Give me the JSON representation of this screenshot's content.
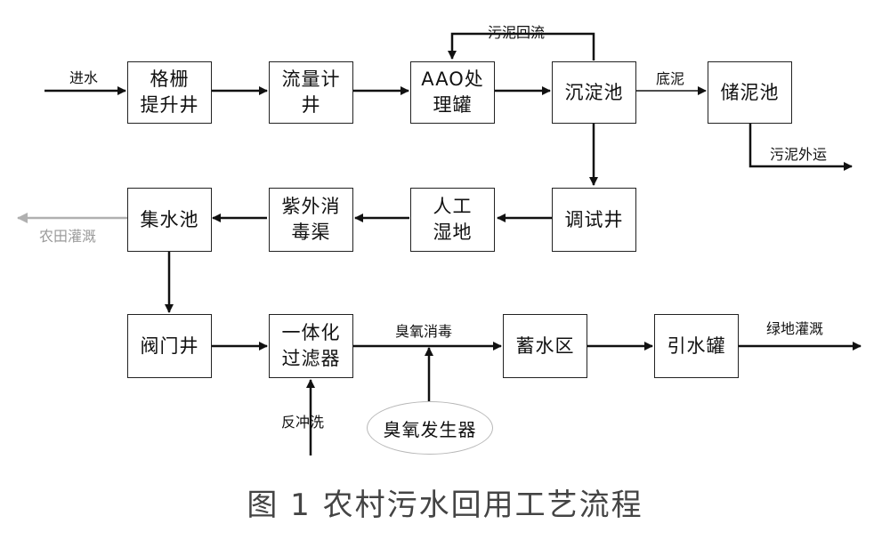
{
  "nodes": {
    "grille": "格栅\n提升井",
    "flowmeter": "流量计\n井",
    "aao": "AAO处\n理罐",
    "sedimentation": "沉淀池",
    "sludge_storage": "储泥池",
    "test_well": "调试井",
    "wetland": "人工\n湿地",
    "uv_channel": "紫外消\n毒渠",
    "collection_pool": "集水池",
    "valve_well": "阀门井",
    "filter": "一体化\n过滤器",
    "reservoir": "蓄水区",
    "intake_tank": "引水罐",
    "ozone_generator": "臭氧发生器"
  },
  "labels": {
    "inflow": "进水",
    "sludge_return": "污泥回流",
    "bottom_sludge": "底泥",
    "sludge_out": "污泥外运",
    "farmland_irrigation": "农田灌溉",
    "ozone_disinfection": "臭氧消毒",
    "backwash": "反冲洗",
    "greenland_irrigation": "绿地灌溉"
  },
  "caption": "图 1  农村污水回用工艺流程"
}
